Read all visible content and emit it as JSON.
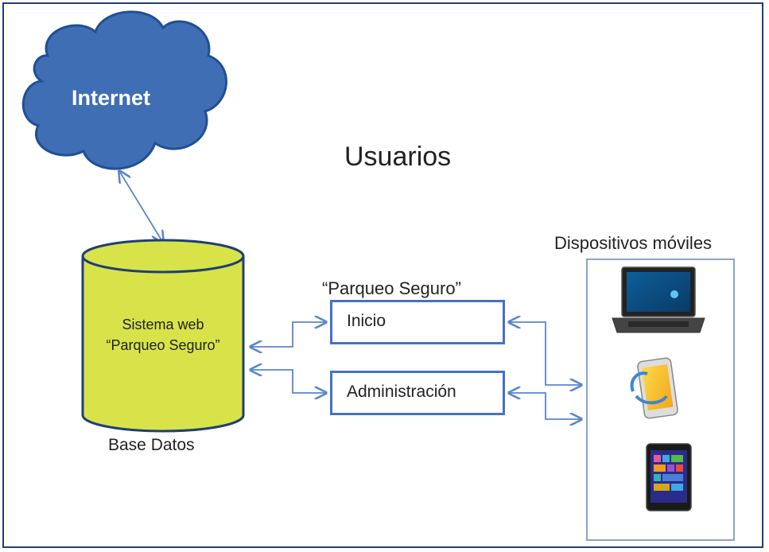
{
  "diagram": {
    "internet_label": "Internet",
    "usuarios_label": "Usuarios",
    "system_title": "“Parqueo Seguro”",
    "devices_title": "Dispositivos móviles",
    "database": {
      "line1": "Sistema web",
      "line2": "“Parqueo Seguro”",
      "caption": "Base Datos"
    },
    "modules": [
      {
        "label": "Inicio"
      },
      {
        "label": "Administración"
      }
    ],
    "devices": [
      {
        "icon": "laptop-icon"
      },
      {
        "icon": "smartphone-icon"
      },
      {
        "icon": "tablet-icon"
      }
    ],
    "colors": {
      "cloud_fill": "#3f6eb5",
      "cloud_stroke": "#1f4f95",
      "cylinder_fill": "#d8e34a",
      "cylinder_stroke": "#1f3f75",
      "box_border": "#4472c4",
      "arrow": "#5b86c9",
      "frame": "#1f3f75"
    }
  }
}
